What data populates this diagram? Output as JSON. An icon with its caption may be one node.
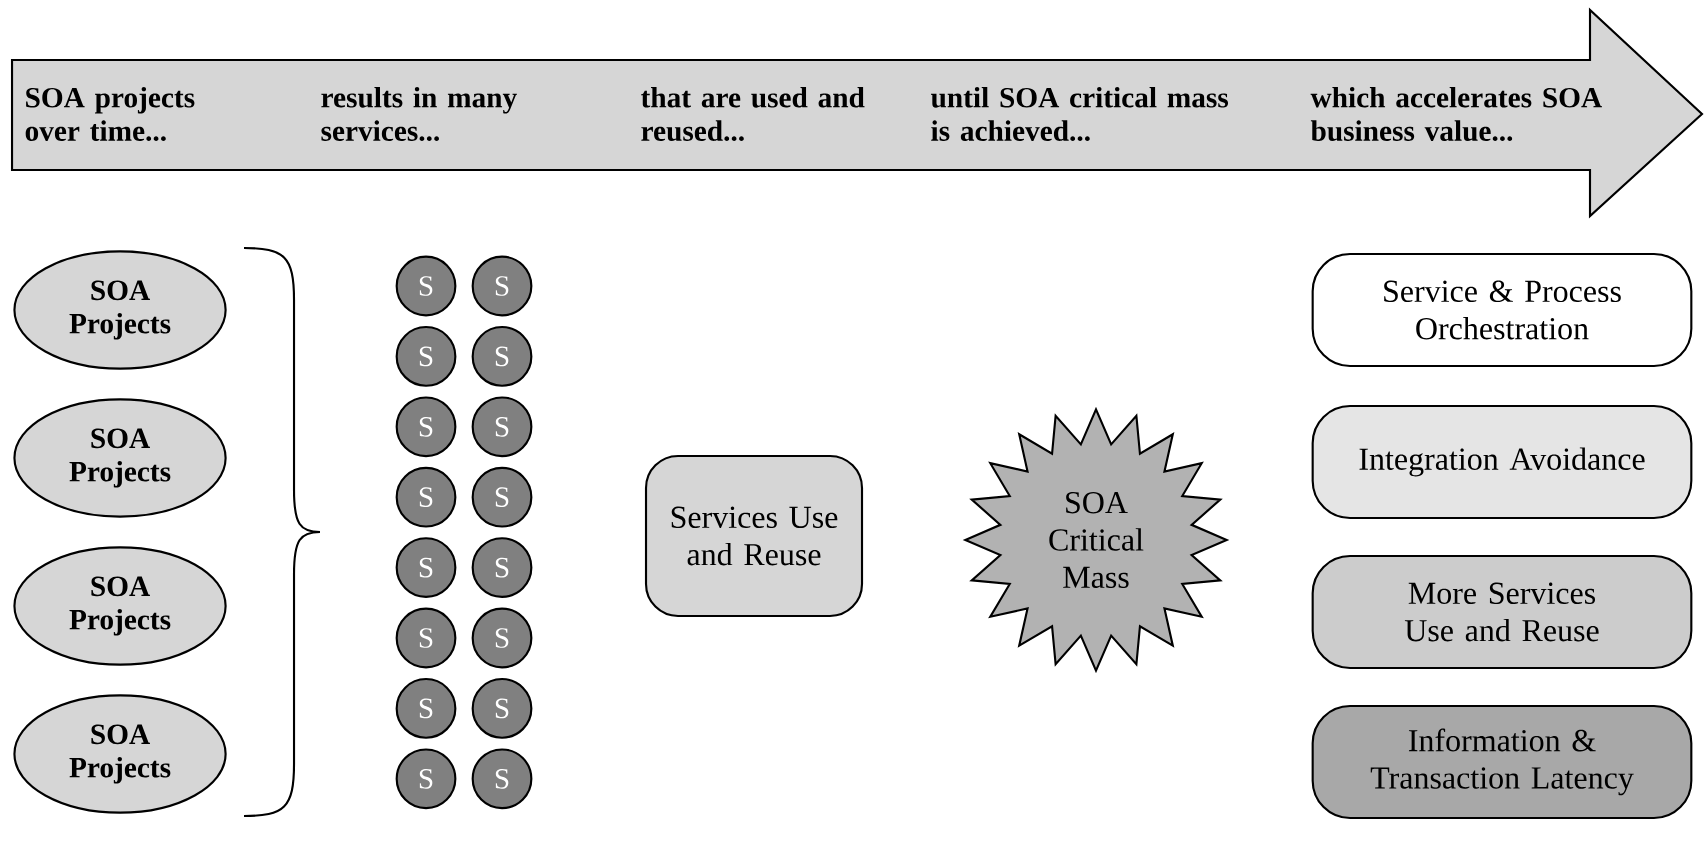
{
  "diagram": {
    "nodes": [
      {
        "text": [
          "SOA projects over time...",
          "results in many services...",
          "that are used and reused...",
          "until SOA critical mass is achieved...",
          "which accelerates SOA business value..."
        ]
      },
      {
        "text": [
          "SOA Projects"
        ]
      },
      {
        "text": [
          "SOA Projects"
        ]
      },
      {
        "text": [
          "SOA Projects"
        ]
      },
      {
        "text": [
          "SOA Projects"
        ]
      },
      {
        "text": [
          "S"
        ]
      },
      {
        "text": [
          "S"
        ]
      },
      {
        "text": [
          "S"
        ]
      },
      {
        "text": [
          "S"
        ]
      },
      {
        "text": [
          "S"
        ]
      },
      {
        "text": [
          "S"
        ]
      },
      {
        "text": [
          "S"
        ]
      },
      {
        "text": [
          "S"
        ]
      },
      {
        "text": [
          "S"
        ]
      },
      {
        "text": [
          "S"
        ]
      },
      {
        "text": [
          "S"
        ]
      },
      {
        "text": [
          "S"
        ]
      },
      {
        "text": [
          "S"
        ]
      },
      {
        "text": [
          "S"
        ]
      },
      {
        "text": [
          "S"
        ]
      },
      {
        "text": [
          "S"
        ]
      },
      {
        "text": [
          "Services Use and Reuse"
        ]
      },
      {
        "text": [
          "SOA Critical Mass"
        ]
      },
      {
        "text": [
          "Service & Process Orchestration"
        ]
      },
      {
        "text": [
          "Integration Avoidance"
        ]
      },
      {
        "text": [
          "More Services Use and Reuse"
        ]
      },
      {
        "text": [
          "Information & Transaction Latency"
        ]
      }
    ]
  }
}
